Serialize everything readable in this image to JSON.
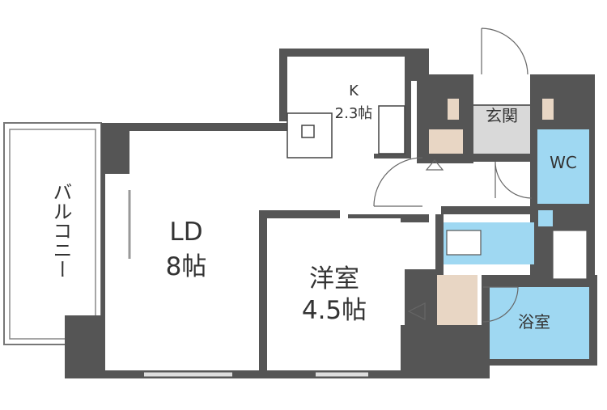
{
  "plan": {
    "rooms": {
      "ld": {
        "line1": "LD",
        "line2": "8帖"
      },
      "kitchen": {
        "line1": "K",
        "line2": "2.3帖"
      },
      "western": {
        "line1": "洋室",
        "line2": "4.5帖"
      },
      "entrance": {
        "label": "玄関"
      },
      "wc": {
        "label": "WC"
      },
      "bath": {
        "label": "浴室"
      },
      "balcony": {
        "label": "バルコニー"
      }
    },
    "colors": {
      "wall": "#555555",
      "wet_area": "#9fd8f2",
      "closet": "#e8d6c4",
      "entrance_floor": "#d9d9d9"
    }
  }
}
